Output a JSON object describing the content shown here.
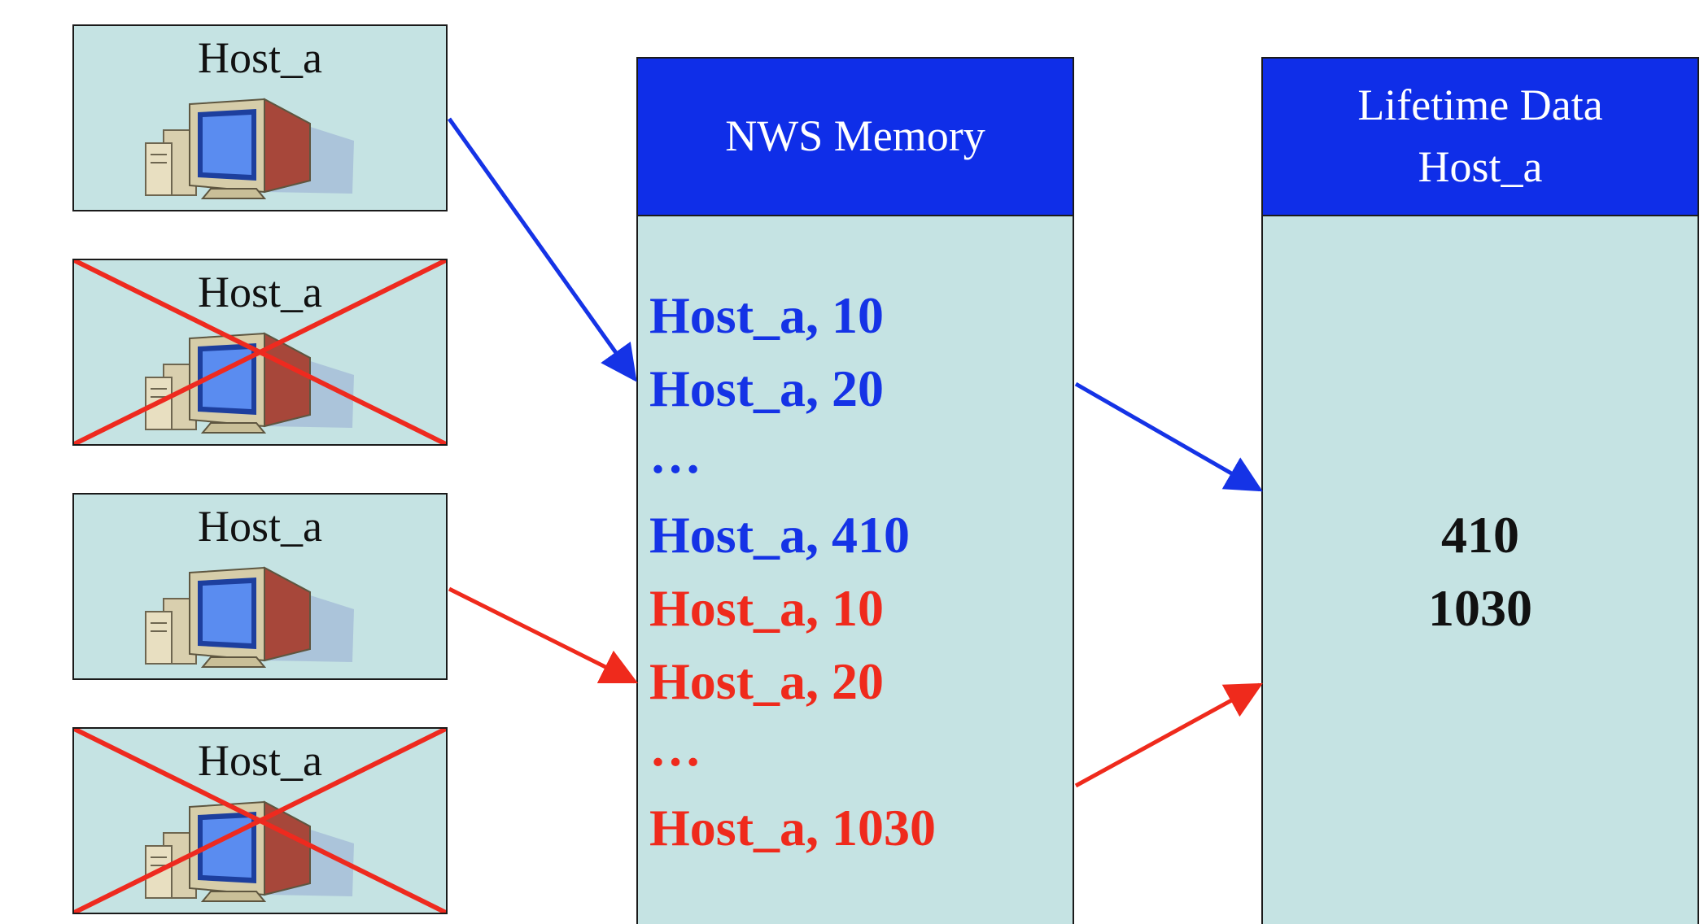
{
  "hosts": [
    {
      "label": "Host_a",
      "crossed": false
    },
    {
      "label": "Host_a",
      "crossed": true
    },
    {
      "label": "Host_a",
      "crossed": false
    },
    {
      "label": "Host_a",
      "crossed": true
    }
  ],
  "nws_memory": {
    "title": "NWS Memory",
    "entries": [
      {
        "text": "Host_a, 10",
        "color": "blue"
      },
      {
        "text": "Host_a, 20",
        "color": "blue"
      },
      {
        "text": "…",
        "color": "blue"
      },
      {
        "text": "Host_a, 410",
        "color": "blue"
      },
      {
        "text": "Host_a, 10",
        "color": "red"
      },
      {
        "text": "Host_a, 20",
        "color": "red"
      },
      {
        "text": "…",
        "color": "red"
      },
      {
        "text": "Host_a, 1030",
        "color": "red"
      }
    ]
  },
  "lifetime_data": {
    "title_line1": "Lifetime Data",
    "title_line2": "Host_a",
    "values": [
      "410",
      "1030"
    ]
  },
  "colors": {
    "header_blue": "#0f2ee8",
    "panel_fill": "#c5e3e3",
    "series_blue": "#1533e6",
    "series_red": "#ef2a1c",
    "cross_red": "#ee2a1f"
  }
}
